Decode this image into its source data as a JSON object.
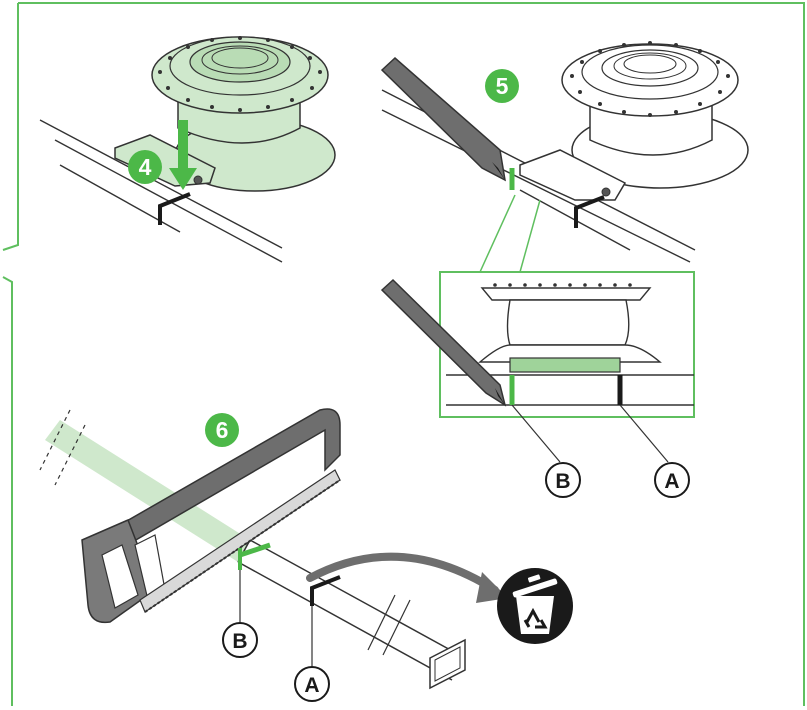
{
  "steps": [
    {
      "id": "step-4",
      "number": "4"
    },
    {
      "id": "step-5",
      "number": "5"
    },
    {
      "id": "step-6",
      "number": "6"
    }
  ],
  "markers": {
    "detail_b": "B",
    "detail_a": "A",
    "saw_b": "B",
    "saw_a": "A"
  },
  "icons": {
    "recycle_bin": "recycle-bin-icon"
  },
  "colors": {
    "frame": "#5fbf5f",
    "accent": "#4cb848",
    "part_fill": "#cfe8cc",
    "pencil": "#6e6e6e",
    "dark": "#1a1a1a"
  }
}
